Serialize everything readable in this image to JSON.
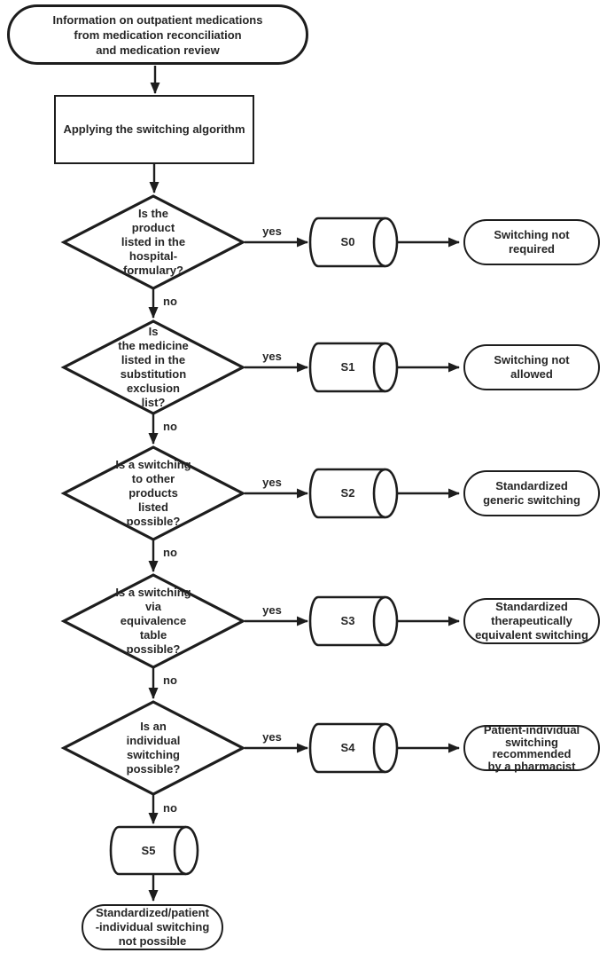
{
  "flowchart": {
    "start": {
      "label": "Information on outpatient medications\nfrom medication reconciliation\nand medication review"
    },
    "process": {
      "label": "Applying the switching algorithm"
    },
    "decisions": [
      {
        "question": "Is the\nproduct\nlisted in the\nhospital-\nformulary?",
        "yes_label": "yes",
        "no_label": "no",
        "step": "S0",
        "outcome": "Switching not\nrequired"
      },
      {
        "question": "Is\nthe medicine\nlisted in the\nsubstitution\nexclusion\nlist?",
        "yes_label": "yes",
        "no_label": "no",
        "step": "S1",
        "outcome": "Switching not\nallowed"
      },
      {
        "question": "Is a switching\nto other\nproducts\nlisted\npossible?",
        "yes_label": "yes",
        "no_label": "no",
        "step": "S2",
        "outcome": "Standardized\ngeneric switching"
      },
      {
        "question": "Is a switching\nvia\nequivalence\ntable\npossible?",
        "yes_label": "yes",
        "no_label": "no",
        "step": "S3",
        "outcome": "Standardized\ntherapeutically\nequivalent switching"
      },
      {
        "question": "Is an\nindividual\nswitching\npossible?",
        "yes_label": "yes",
        "no_label": "no",
        "step": "S4",
        "outcome": "Patient-individual\nswitching\nrecommended\nby a pharmacist"
      }
    ],
    "fallback": {
      "step": "S5",
      "outcome": "Standardized/patient\n-individual switching\nnot possible"
    },
    "colors": {
      "stroke": "#1d1d1d",
      "text": "#262626",
      "background": "#ffffff"
    }
  }
}
